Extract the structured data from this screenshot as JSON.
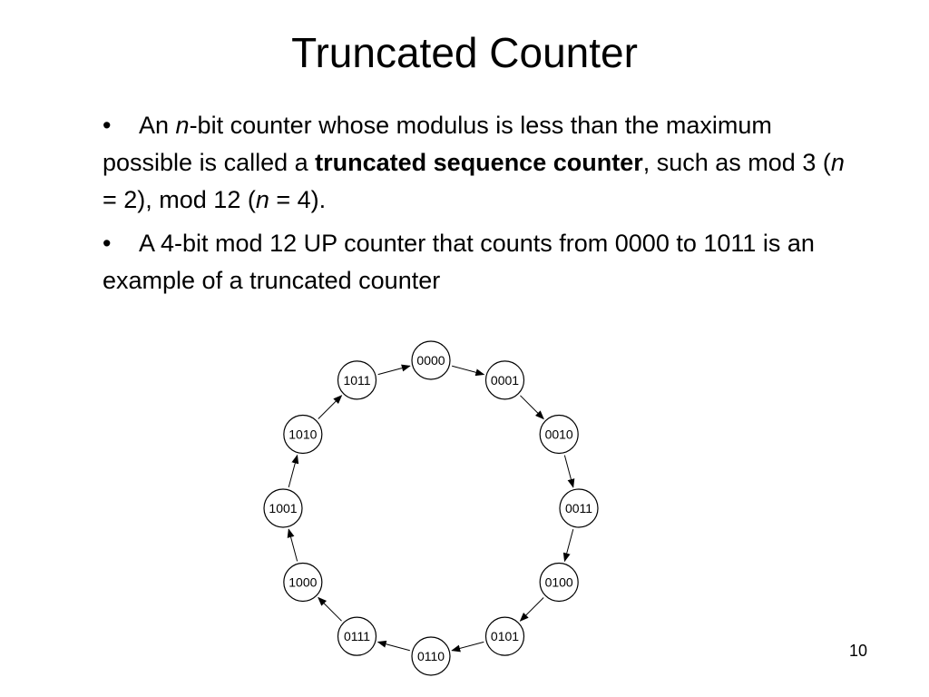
{
  "slide": {
    "title": "Truncated Counter",
    "page_number": "10"
  },
  "bullets": [
    {
      "marker": "•",
      "parts": {
        "p1": "An ",
        "p2": "n",
        "p3": "-bit counter whose modulus is less than the maximum possible is called a ",
        "p4": "truncated sequence counter",
        "p5": ", such as mod 3 (",
        "p6": "n",
        "p7": " = 2), mod 12 (",
        "p8": "n",
        "p9": " = 4)."
      }
    },
    {
      "marker": "•",
      "text": "A 4-bit mod 12 UP counter that counts  from 0000 to 1011 is an example of a  truncated counter"
    }
  ],
  "state_diagram": {
    "states": [
      "0000",
      "0001",
      "0010",
      "0011",
      "0100",
      "0101",
      "0110",
      "0111",
      "1000",
      "1001",
      "1010",
      "1011"
    ],
    "transitions": [
      [
        "0000",
        "0001"
      ],
      [
        "0001",
        "0010"
      ],
      [
        "0010",
        "0011"
      ],
      [
        "0011",
        "0100"
      ],
      [
        "0100",
        "0101"
      ],
      [
        "0101",
        "0110"
      ],
      [
        "0110",
        "0111"
      ],
      [
        "0111",
        "1000"
      ],
      [
        "1000",
        "1001"
      ],
      [
        "1001",
        "1010"
      ],
      [
        "1010",
        "1011"
      ],
      [
        "1011",
        "0000"
      ]
    ]
  }
}
